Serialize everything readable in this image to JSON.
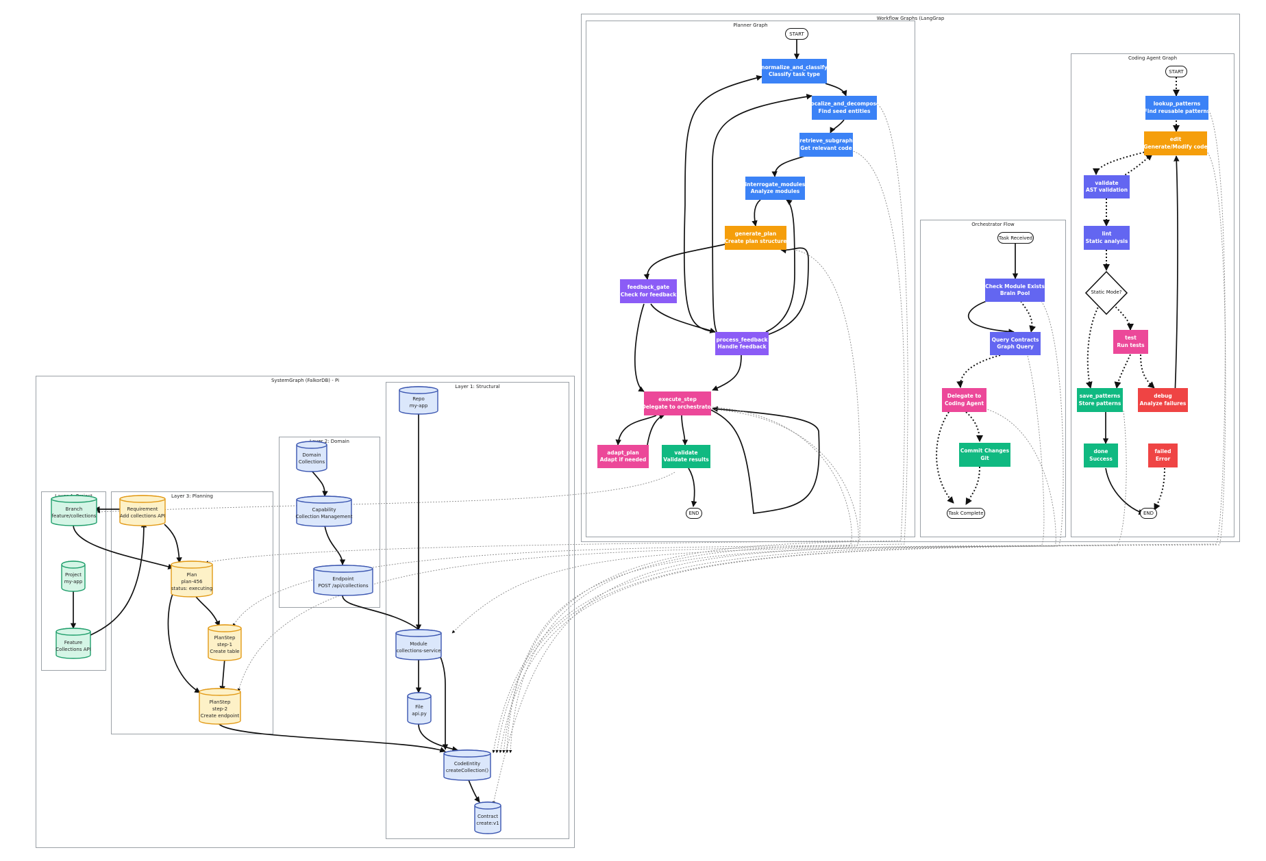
{
  "colors": {
    "blue": "#3b82f6",
    "orange": "#f59e0b",
    "purple": "#8b5cf6",
    "indigo": "#6366f1",
    "pink": "#ec4899",
    "green": "#10b981",
    "red": "#ef4444",
    "cyl_blue_fill": "#dbe7fb",
    "cyl_blue_stroke": "#3a55b0",
    "cyl_orange_fill": "#fdf1c7",
    "cyl_orange_stroke": "#e29a17",
    "cyl_green_fill": "#d5f5e6",
    "cyl_green_stroke": "#1f9e6b"
  },
  "clusters": {
    "workflow": "Workflow Graphs (LangGrap",
    "planner": "Planner Graph",
    "orchestrator": "Orchestrator Flow",
    "coding": "Coding Agent Graph",
    "system": "SystemGraph (FalkorDB) - Pi",
    "layer1": "Layer 1: Structural",
    "layer2": "Layer 2: Domain",
    "layer3": "Layer 3: Planning",
    "layer4": "Layer 4: Project"
  },
  "planner": {
    "start": "START",
    "end": "END",
    "normalize": [
      "normalize_and_classify",
      "Classify task type"
    ],
    "localize": [
      "localize_and_decompose",
      "Find seed entities"
    ],
    "retrieve": [
      "retrieve_subgraph",
      "Get relevant code"
    ],
    "interrogate": [
      "interrogate_modules",
      "Analyze modules"
    ],
    "generate": [
      "generate_plan",
      "Create plan structure"
    ],
    "feedback_gate": [
      "feedback_gate",
      "Check for feedback"
    ],
    "process_feedback": [
      "process_feedback",
      "Handle feedback"
    ],
    "execute": [
      "execute_step",
      "Delegate to orchestrator"
    ],
    "adapt": [
      "adapt_plan",
      "Adapt if needed"
    ],
    "validate": [
      "validate",
      "Validate results"
    ]
  },
  "orchestrator": {
    "task_received": "Task Received",
    "check_module": [
      "Check Module Exists",
      "Brain Pool"
    ],
    "query_contracts": [
      "Query Contracts",
      "Graph Query"
    ],
    "delegate": [
      "Delegate to",
      "Coding Agent"
    ],
    "commit": [
      "Commit Changes",
      "Git"
    ],
    "task_complete": "Task Complete"
  },
  "coding": {
    "start": "START",
    "end": "END",
    "lookup": [
      "lookup_patterns",
      "Find reusable patterns"
    ],
    "edit": [
      "edit",
      "Generate/Modify code"
    ],
    "validate": [
      "validate",
      "AST validation"
    ],
    "lint": [
      "lint",
      "Static analysis"
    ],
    "static_mode": "Static Mode?",
    "test": [
      "test",
      "Run tests"
    ],
    "save": [
      "save_patterns",
      "Store patterns"
    ],
    "debug": [
      "debug",
      "Analyze failures"
    ],
    "done": [
      "done",
      "Success"
    ],
    "failed": [
      "failed",
      "Error"
    ]
  },
  "system": {
    "repo": [
      "Repo",
      "my-app"
    ],
    "domain": [
      "Domain",
      "Collections"
    ],
    "capability": [
      "Capability",
      "Collection Management"
    ],
    "endpoint": [
      "Endpoint",
      "POST /api/collections"
    ],
    "module": [
      "Module",
      "collections-service"
    ],
    "file": [
      "File",
      "api.py"
    ],
    "codeentity": [
      "CodeEntity",
      "createCollection()"
    ],
    "contract": [
      "Contract",
      "create:v1"
    ],
    "requirement": [
      "Requirement",
      "Add collections API"
    ],
    "plan": [
      "Plan",
      "plan-456",
      "status: executing"
    ],
    "planstep1": [
      "PlanStep",
      "step-1",
      "Create table"
    ],
    "planstep2": [
      "PlanStep",
      "step-2",
      "Create endpoint"
    ],
    "branch": [
      "Branch",
      "feature/collections"
    ],
    "project": [
      "Project",
      "my-app"
    ],
    "feature": [
      "Feature",
      "Collections API"
    ]
  }
}
